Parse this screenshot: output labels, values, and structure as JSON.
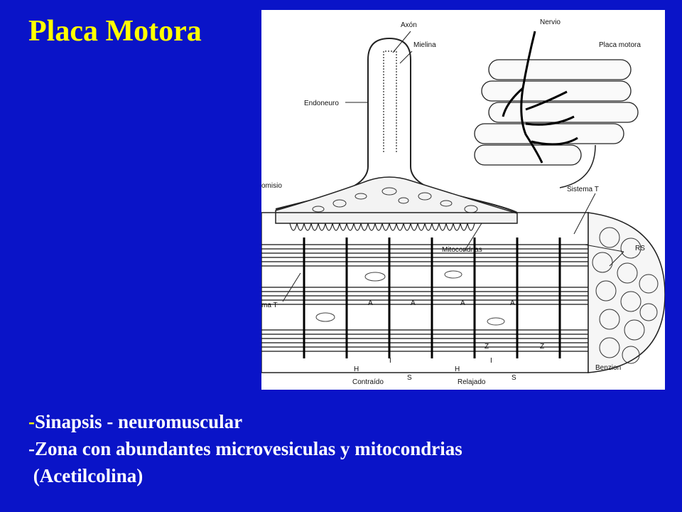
{
  "slide": {
    "title": "Placa Motora",
    "bullets": [
      {
        "dash": "-",
        "text": "Sinapsis - neuromuscular"
      },
      {
        "dash": "",
        "text": "-Zona con abundantes microvesiculas y mitocondrias"
      },
      {
        "dash": "",
        "text": " (Acetilcolina)"
      }
    ]
  },
  "diagram": {
    "labels": {
      "axon": "Axón",
      "mielina": "Mielina",
      "endoneuro": "Endoneuro",
      "nervio": "Nervio",
      "placa_motora": "Placa motora",
      "sistema_t_top": "Sistema T",
      "omisio": "omisio",
      "mitocondrias": "Mitocondrias",
      "rs": "RS",
      "ma_t": "ma T",
      "contraido": "Contraído",
      "relajado": "Relajado",
      "h1": "H",
      "i1": "I",
      "s1": "S",
      "h2": "H",
      "i2": "I",
      "s2": "S",
      "a1": "A",
      "a2": "A",
      "a3": "A",
      "a4": "A",
      "z1": "Z",
      "z2": "Z",
      "signature": "Benzion"
    }
  }
}
